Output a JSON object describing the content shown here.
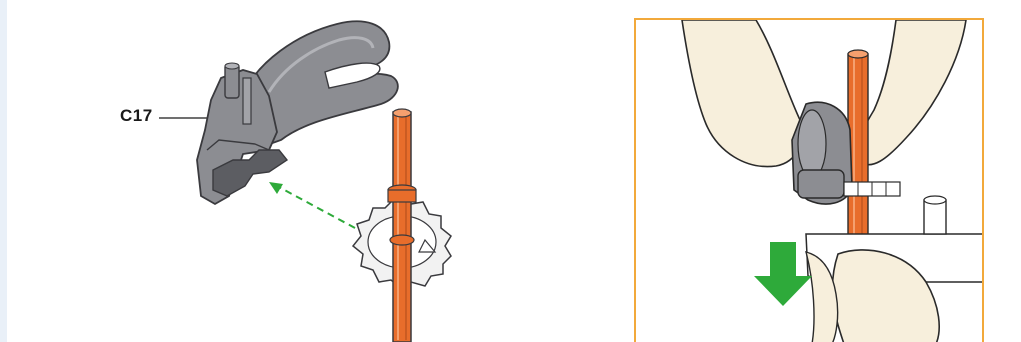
{
  "figure": {
    "callout_label": "C17"
  },
  "colors": {
    "part_gray": "#8c8d92",
    "part_dark": "#5c5d62",
    "shaft_orange": "#e86d2b",
    "gear_white": "#f2f2f2",
    "arrow_green": "#2eaa3a",
    "frame_orange": "#f2a93b",
    "skin": "#f7efdc"
  },
  "icons": {
    "motion_arrow": "dashed-green-arrow",
    "push_arrow": "green-down-arrow"
  }
}
